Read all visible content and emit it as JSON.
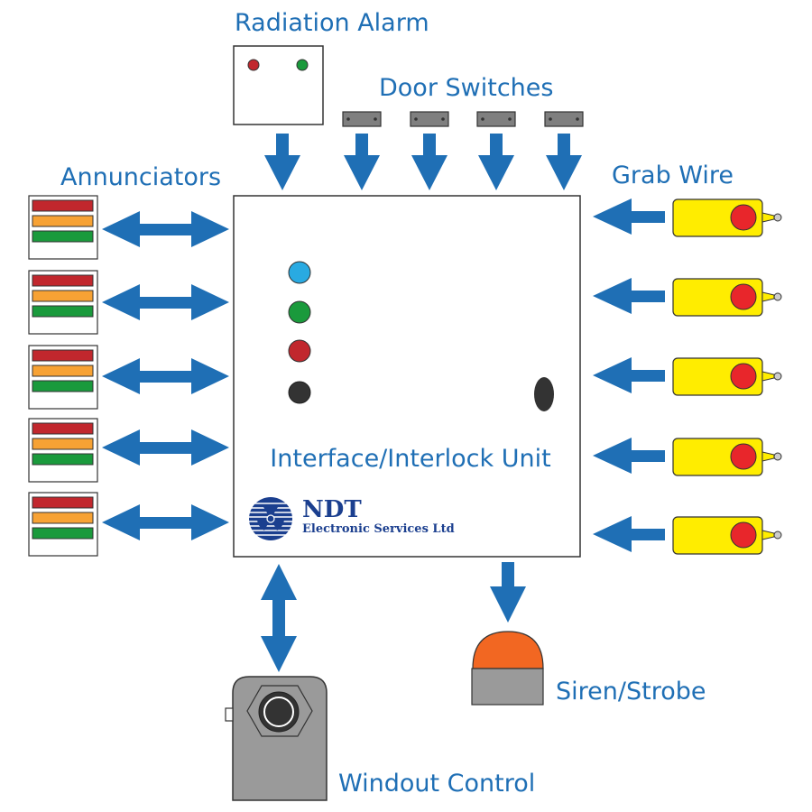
{
  "labels": {
    "radiation_alarm": "Radiation Alarm",
    "door_switches": "Door Switches",
    "annunciators": "Annunciators",
    "grab_wire": "Grab Wire",
    "interface_unit": "Interface/Interlock Unit",
    "siren_strobe": "Siren/Strobe",
    "windout_control": "Windout Control"
  },
  "logo": {
    "name": "NDT",
    "subtitle": "Electronic Services Ltd"
  },
  "colors": {
    "arrow": "#1f6fb5",
    "indicator_blue": "#29aae2",
    "indicator_green": "#1a9a3c",
    "indicator_red": "#c1272d",
    "indicator_black": "#333333",
    "annunciator_red": "#c1272d",
    "annunciator_amber": "#f7a234",
    "annunciator_green": "#1a9a3c",
    "grab_wire_body": "#ffed00",
    "grab_wire_button": "#e8262b",
    "siren_dome": "#f26722",
    "housing_grey": "#9a9a9a"
  },
  "counts": {
    "annunciators": 5,
    "door_switches": 4,
    "grab_wires": 5
  }
}
